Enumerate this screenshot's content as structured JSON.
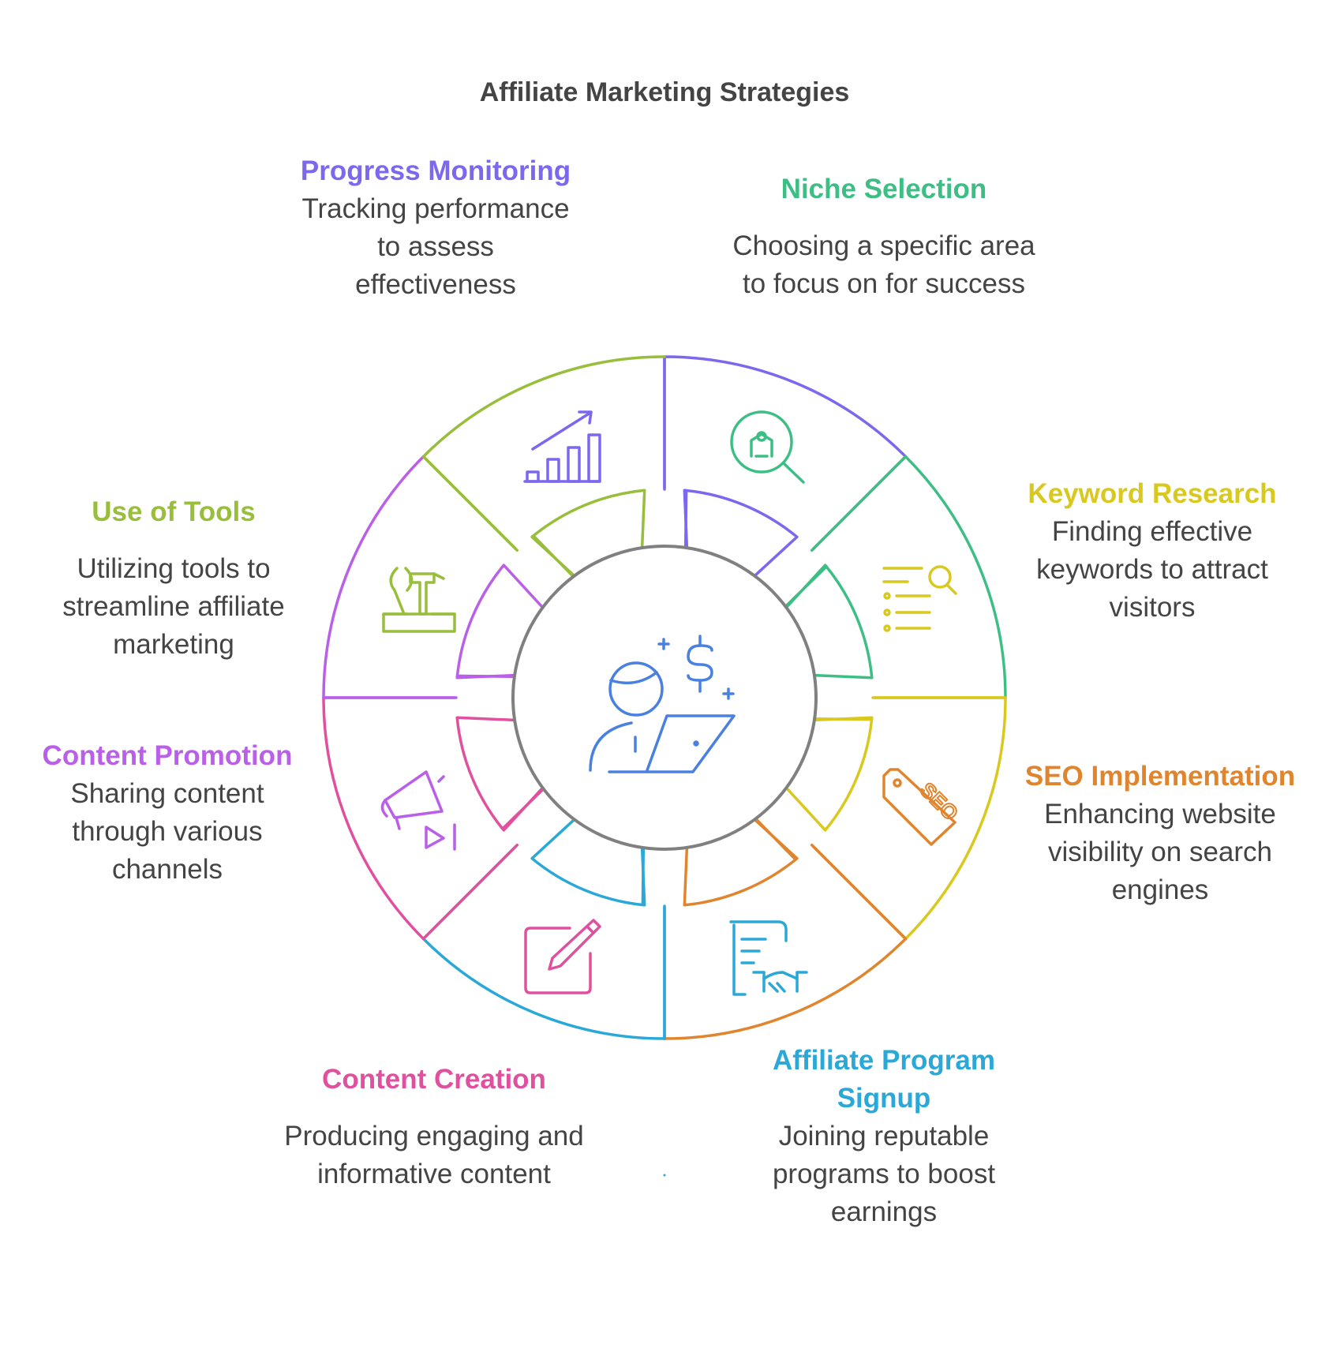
{
  "title": "Affiliate Marketing Strategies",
  "colors": {
    "progress": "#7B68EE",
    "niche": "#3DBE84",
    "keyword": "#D9C81E",
    "seo": "#E0852E",
    "signup": "#2AA8D8",
    "creation": "#E0509E",
    "promotion": "#B95FE8",
    "tools": "#98BE3C",
    "center": "#4A80E0",
    "ring": "#808080",
    "text": "#444444"
  },
  "segments": [
    {
      "id": "progress",
      "title": "Progress Monitoring",
      "desc": "Tracking performance to assess effectiveness",
      "icon": "chart-growth-icon"
    },
    {
      "id": "niche",
      "title": "Niche Selection",
      "desc": "Choosing a specific area to focus on for success",
      "icon": "magnifier-target-icon"
    },
    {
      "id": "keyword",
      "title": "Keyword Research",
      "desc": "Finding effective keywords to attract visitors",
      "icon": "list-search-icon"
    },
    {
      "id": "seo",
      "title": "SEO Implementation",
      "desc": "Enhancing website visibility on search engines",
      "icon": "seo-tag-icon"
    },
    {
      "id": "signup",
      "title": "Affiliate Program Signup",
      "desc": "Joining reputable programs to boost earnings",
      "icon": "contract-handshake-icon"
    },
    {
      "id": "creation",
      "title": "Content Creation",
      "desc": "Producing engaging and informative content",
      "icon": "edit-pencil-icon"
    },
    {
      "id": "promotion",
      "title": "Content Promotion",
      "desc": "Sharing content through various channels",
      "icon": "megaphone-play-icon"
    },
    {
      "id": "tools",
      "title": "Use of Tools",
      "desc": "Utilizing tools to streamline affiliate marketing",
      "icon": "toolbox-icon"
    }
  ],
  "center_icon": "person-laptop-dollar-icon"
}
